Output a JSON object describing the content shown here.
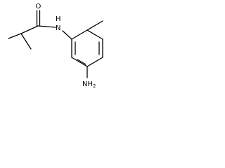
{
  "molecule": {
    "atoms": {
      "oxygen": "O",
      "nitrogen_nh": {
        "element": "N",
        "hydrogen": "H"
      },
      "nitrogen_nh2": {
        "element": "N",
        "hydrogen": "H",
        "count": "2"
      }
    }
  },
  "colors": {
    "bond": "#000000",
    "text": "#000000",
    "background": "#ffffff"
  }
}
